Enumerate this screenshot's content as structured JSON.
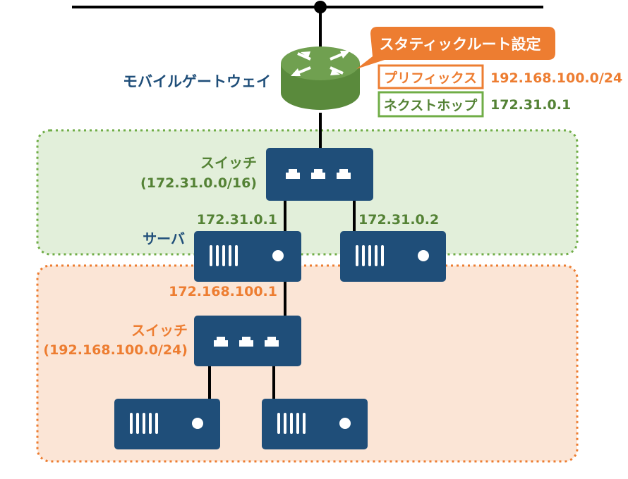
{
  "colors": {
    "navy": "#1f4e79",
    "green": "#548235",
    "orange": "#ed7d31",
    "router_green": "#70a050",
    "green_zone_fill": "#e2efda",
    "orange_zone_fill": "#fbe5d6"
  },
  "router": {
    "label": "モバイルゲートウェイ",
    "icon": "router-icon"
  },
  "callout": {
    "title": "スタティックルート設定",
    "prefix_label": "プリフィックス",
    "prefix_value": "192.168.100.0/24",
    "nexthop_label": "ネクストホップ",
    "nexthop_value": "172.31.0.1"
  },
  "green_zone": {
    "switch_label": "スイッチ",
    "switch_subnet": "(172.31.0.0/16)",
    "server_label": "サーバ",
    "server1_ip": "172.31.0.1",
    "server2_ip": "172.31.0.2"
  },
  "orange_zone": {
    "server1_ip": "172.168.100.1",
    "switch_label": "スイッチ",
    "switch_subnet": "(192.168.100.0/24)"
  }
}
